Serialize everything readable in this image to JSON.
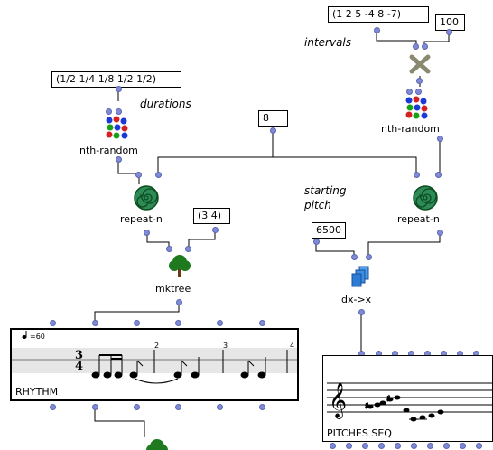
{
  "patch": {
    "intervals_list": "(1 2 5 -4 8 -7)",
    "count_100": "100",
    "durations_list": "(1/2 1/4 1/8 1/2 1/2)",
    "number_8": "8",
    "signature_list": "(3 4)",
    "start_pitch": "6500"
  },
  "comments": {
    "intervals": "intervals",
    "durations": "durations",
    "starting": "starting",
    "pitch": "pitch"
  },
  "boxes": {
    "nth_random_1": "nth-random",
    "nth_random_2": "nth-random",
    "repeat_n_1": "repeat-n",
    "repeat_n_2": "repeat-n",
    "mktree": "mktree",
    "dx_x": "dx->x"
  },
  "editors": {
    "rhythm_label": "RHYTHM",
    "pitches_label": "PITCHES SEQ",
    "tempo": "=60",
    "time_sig_top": "3",
    "time_sig_bottom": "4",
    "measure_2": "2",
    "measure_3": "3",
    "measure_4": "4"
  }
}
